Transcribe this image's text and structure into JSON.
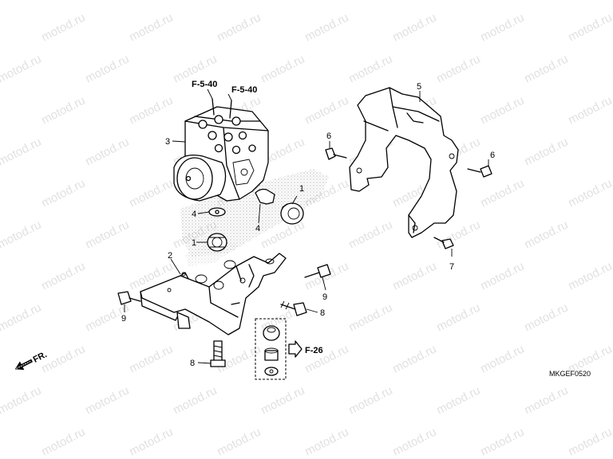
{
  "watermark": "motod.ru",
  "diagram_code": "MKGEF0520",
  "direction_label": "FR.",
  "refs": {
    "f540_a": "F-5-40",
    "f540_b": "F-5-40",
    "f26": "F-26"
  },
  "callouts": {
    "c1_top": "1",
    "c1_mid": "1",
    "c2": "2",
    "c3": "3",
    "c4_left": "4",
    "c4_right": "4",
    "c5": "5",
    "c6_left": "6",
    "c6_right": "6",
    "c7": "7",
    "c8_upper": "8",
    "c8_lower": "8",
    "c9_left": "9",
    "c9_right": "9"
  }
}
